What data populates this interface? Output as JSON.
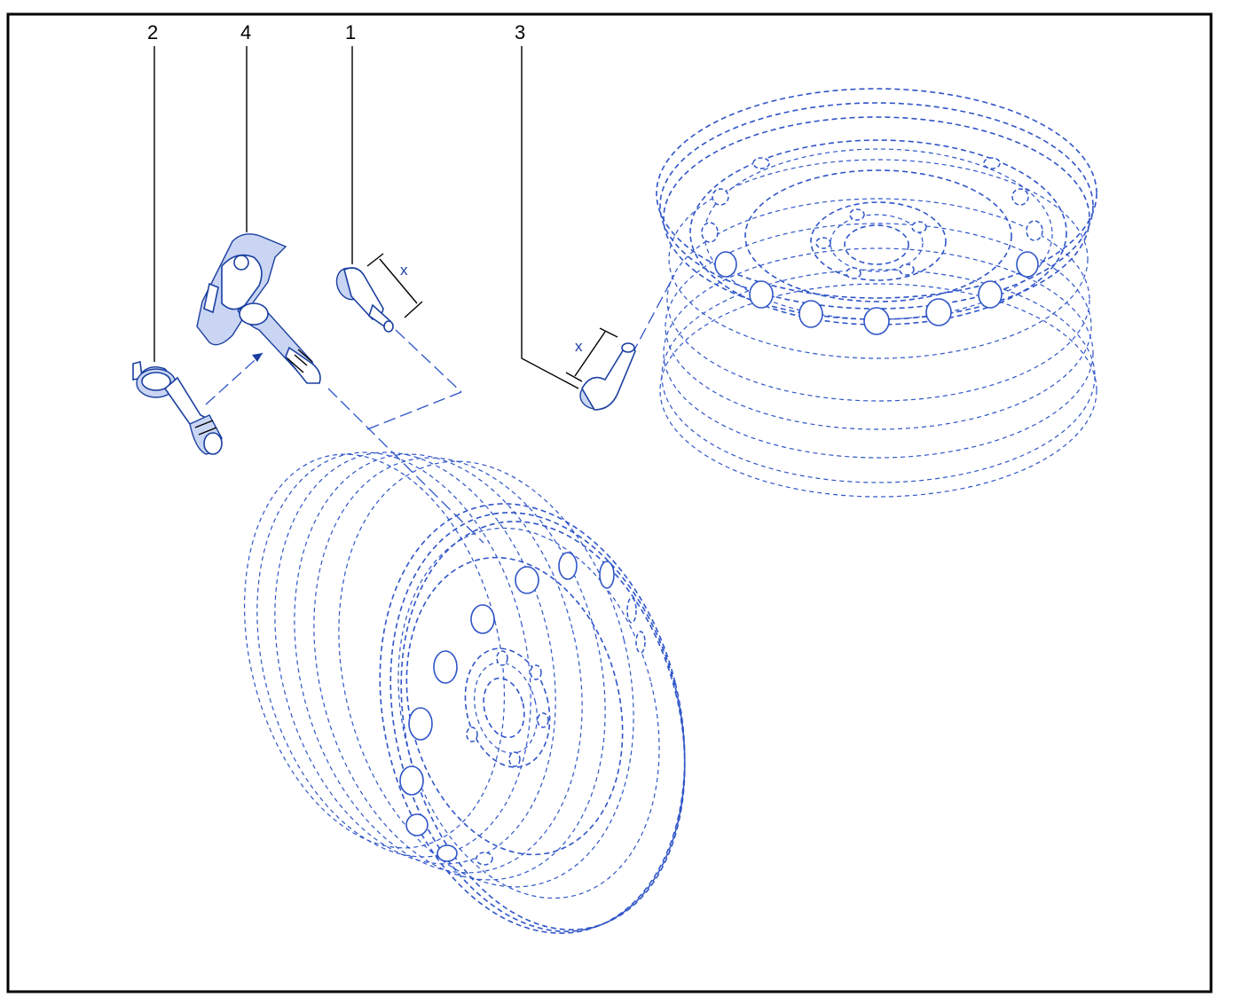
{
  "diagram": {
    "colors": {
      "line": "#2f55c8",
      "part_stroke": "#1a3fa0",
      "part_fill": "#c9d5f3",
      "callout": "#000000",
      "frame": "#000000"
    },
    "callouts": [
      {
        "id": "c2",
        "label": "2"
      },
      {
        "id": "c4",
        "label": "4"
      },
      {
        "id": "c1",
        "label": "1"
      },
      {
        "id": "c3",
        "label": "3"
      }
    ],
    "dimension_label": "x"
  }
}
